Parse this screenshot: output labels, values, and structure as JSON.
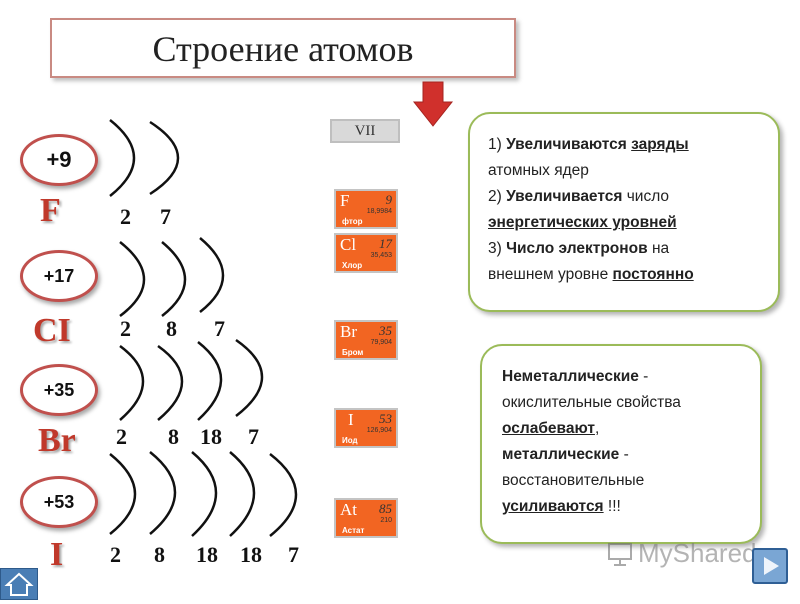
{
  "title": "Строение атомов",
  "group": "VII",
  "atoms": [
    {
      "charge": "+9",
      "symbol": "F",
      "shells": [
        "2",
        "7"
      ]
    },
    {
      "charge": "+17",
      "symbol": "CI",
      "shells": [
        "2",
        "8",
        "7"
      ]
    },
    {
      "charge": "+35",
      "symbol": "Br",
      "shells": [
        "2",
        "8",
        "18",
        "7"
      ]
    },
    {
      "charge": "+53",
      "symbol": "I",
      "shells": [
        "2",
        "8",
        "18",
        "18",
        "7"
      ]
    }
  ],
  "elements": [
    {
      "symbol": "F",
      "number": "9",
      "mass": "18,9984",
      "name": "фтор"
    },
    {
      "symbol": "Cl",
      "number": "17",
      "mass": "35,453",
      "name": "Хлор"
    },
    {
      "symbol": "Br",
      "number": "35",
      "mass": "79,904",
      "name": "Бром"
    },
    {
      "symbol": "I",
      "number": "53",
      "mass": "126,904",
      "name": "Иод"
    },
    {
      "symbol": "At",
      "number": "85",
      "mass": "210",
      "name": "Астат"
    }
  ],
  "panel1": {
    "l1a": "1) ",
    "l1b": "Увеличиваются",
    "l1c": " ",
    "l1d": "заряды",
    "l2": "атомных   ядер",
    "l3a": "2) ",
    "l3b": "Увеличивается",
    "l3c": " число",
    "l4": "энергетических уровней",
    "l5a": "3) ",
    "l5b": "Число электронов",
    "l5c": " на",
    "l6a": "внешнем уровне ",
    "l6b": "постоянно"
  },
  "panel2": {
    "l1a": "Неметаллические",
    "l1b": " -",
    "l2": "окислительные  свойства",
    "l3a": "ослабевают",
    "l3b": ",",
    "l4a": "металлические",
    "l4b": " -",
    "l5": "восстановительные",
    "l6a": "усиливаются",
    "l6b": " !!!"
  },
  "watermark": "MyShared",
  "colors": {
    "accent_red": "#c0504d",
    "tile_orange": "#f26522",
    "panel_green": "#9bbb59"
  }
}
